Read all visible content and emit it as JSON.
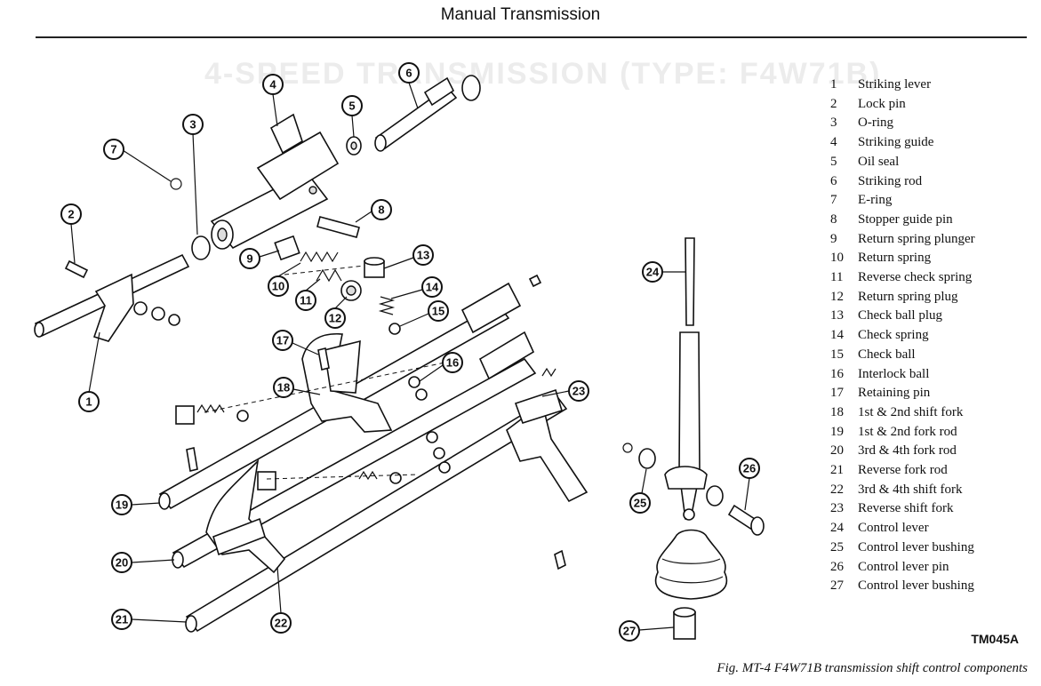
{
  "header": {
    "title": "Manual Transmission"
  },
  "ghost_title": "4-SPEED TRANSMISSION (TYPE: F4W71B)",
  "legend": [
    {
      "num": "1",
      "label": "Striking lever"
    },
    {
      "num": "2",
      "label": "Lock pin"
    },
    {
      "num": "3",
      "label": "O-ring"
    },
    {
      "num": "4",
      "label": "Striking guide"
    },
    {
      "num": "5",
      "label": "Oil seal"
    },
    {
      "num": "6",
      "label": "Striking rod"
    },
    {
      "num": "7",
      "label": "E-ring"
    },
    {
      "num": "8",
      "label": "Stopper guide pin"
    },
    {
      "num": "9",
      "label": "Return spring plunger"
    },
    {
      "num": "10",
      "label": "Return spring"
    },
    {
      "num": "11",
      "label": "Reverse check spring"
    },
    {
      "num": "12",
      "label": "Return spring plug"
    },
    {
      "num": "13",
      "label": "Check ball plug"
    },
    {
      "num": "14",
      "label": "Check spring"
    },
    {
      "num": "15",
      "label": "Check ball"
    },
    {
      "num": "16",
      "label": "Interlock ball"
    },
    {
      "num": "17",
      "label": "Retaining pin"
    },
    {
      "num": "18",
      "label": "1st & 2nd shift fork"
    },
    {
      "num": "19",
      "label": "1st & 2nd fork rod"
    },
    {
      "num": "20",
      "label": "3rd & 4th fork rod"
    },
    {
      "num": "21",
      "label": "Reverse fork rod"
    },
    {
      "num": "22",
      "label": "3rd & 4th shift fork"
    },
    {
      "num": "23",
      "label": "Reverse shift fork"
    },
    {
      "num": "24",
      "label": "Control lever"
    },
    {
      "num": "25",
      "label": "Control lever bushing"
    },
    {
      "num": "26",
      "label": "Control lever pin"
    },
    {
      "num": "27",
      "label": "Control lever bushing"
    }
  ],
  "callouts": [
    "1",
    "2",
    "3",
    "4",
    "5",
    "6",
    "7",
    "8",
    "9",
    "10",
    "11",
    "12",
    "13",
    "14",
    "15",
    "16",
    "17",
    "18",
    "19",
    "20",
    "21",
    "22",
    "23",
    "24",
    "25",
    "26",
    "27"
  ],
  "diagram_id": "TM045A",
  "caption": "Fig. MT-4  F4W71B transmission shift control components"
}
